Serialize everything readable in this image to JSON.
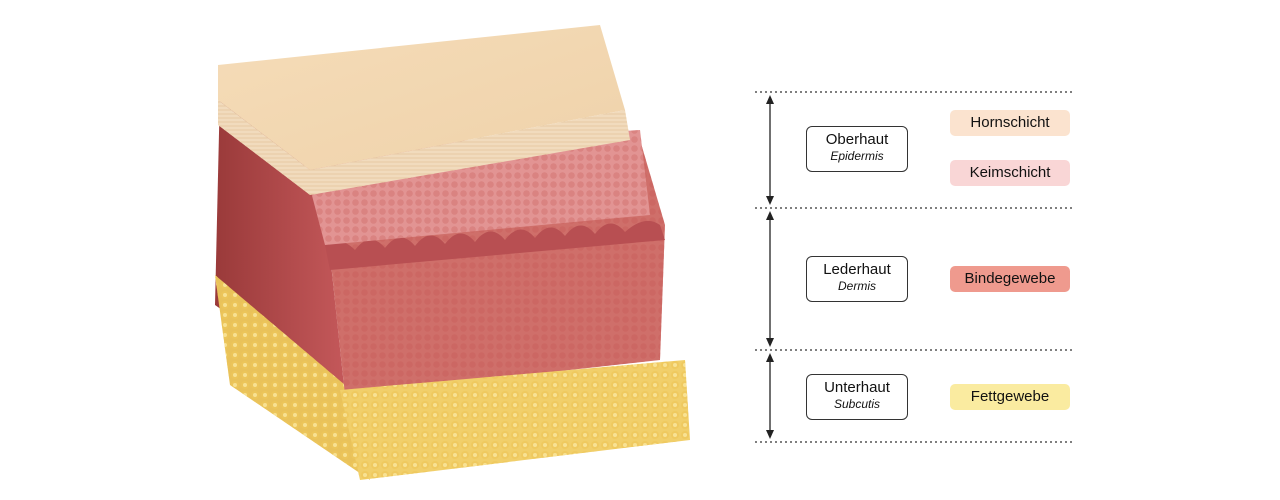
{
  "layers": [
    {
      "name": "Oberhaut",
      "latin": "Epidermis",
      "tissues": [
        {
          "label": "Hornschicht",
          "color": "#fbe3cf"
        },
        {
          "label": "Keimschicht",
          "color": "#f9d6d6"
        }
      ]
    },
    {
      "name": "Lederhaut",
      "latin": "Dermis",
      "tissues": [
        {
          "label": "Bindegewebe",
          "color": "#ef9a8e"
        }
      ]
    },
    {
      "name": "Unterhaut",
      "latin": "Subcutis",
      "tissues": [
        {
          "label": "Fettgewebe",
          "color": "#faeba0"
        }
      ]
    }
  ]
}
